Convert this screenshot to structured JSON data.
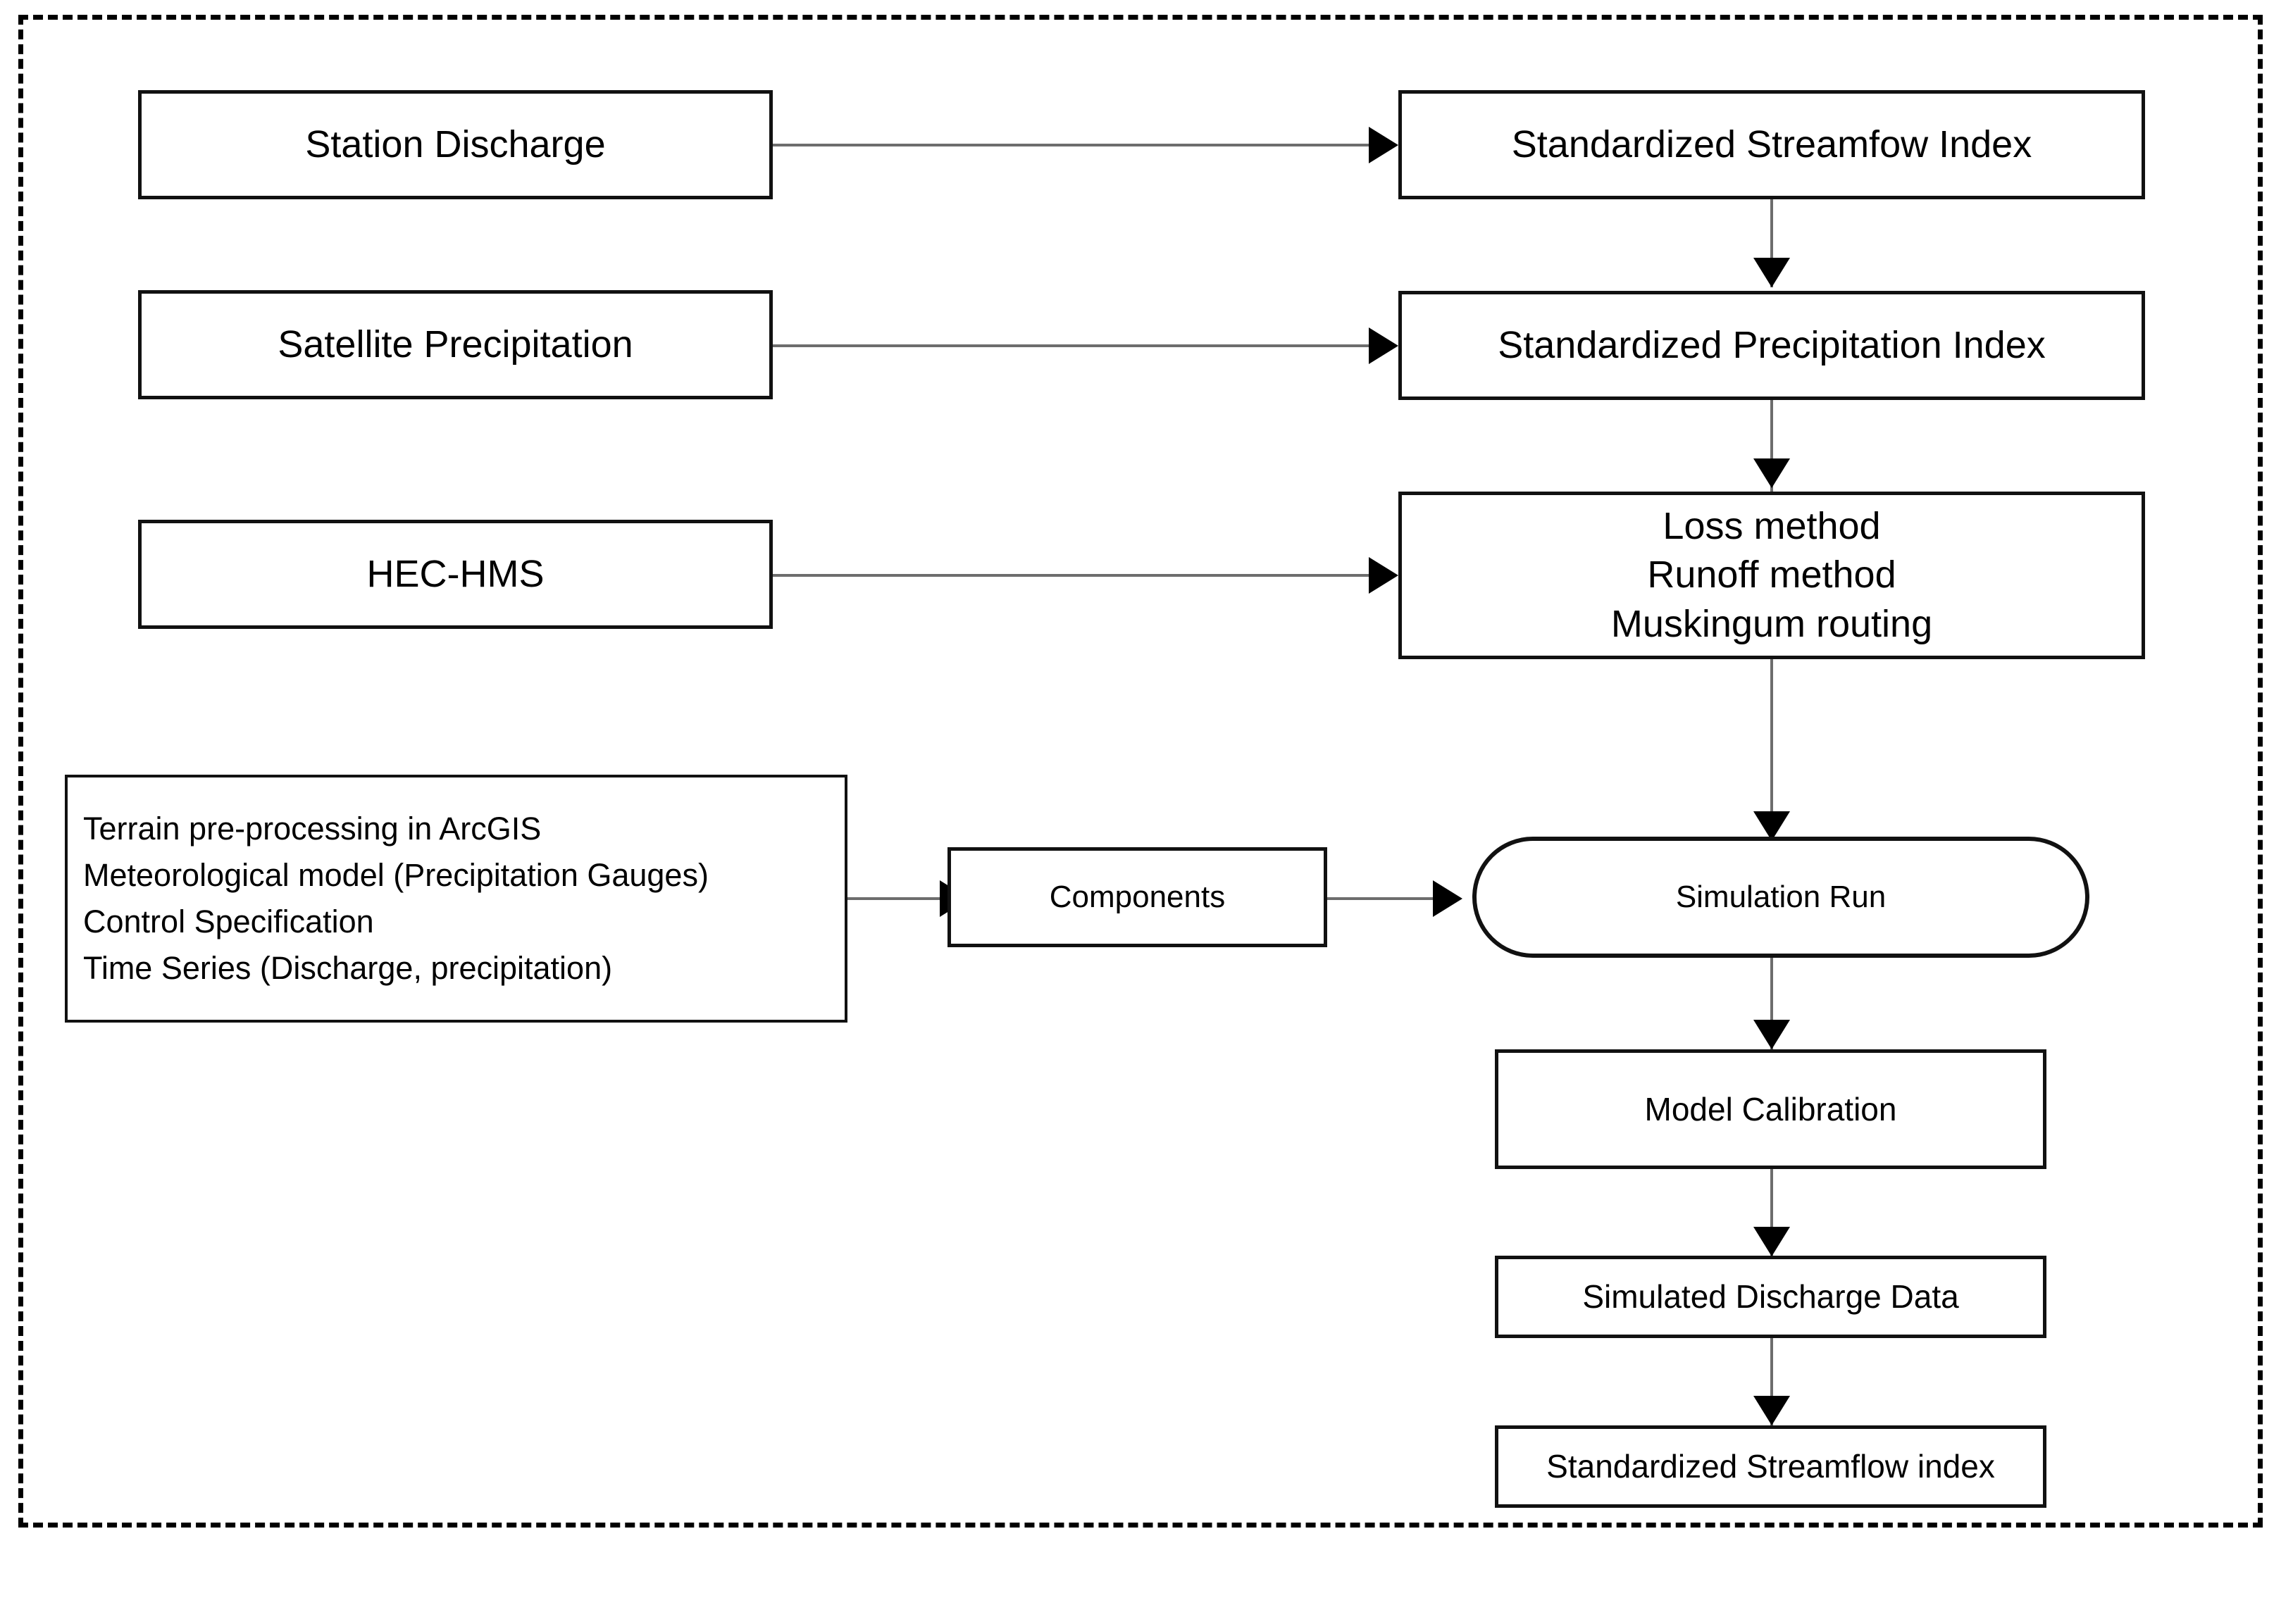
{
  "diagram": {
    "title": "HEC-HMS hydrological modelling and drought index workflow",
    "frame": {
      "style": "dashed",
      "color": "#000000"
    },
    "colors": {
      "node_border": "#111111",
      "connector": "#6d6d6d",
      "arrowhead": "#000000",
      "background": "#ffffff",
      "text": "#000000"
    },
    "nodes": [
      {
        "id": "station_discharge",
        "label": "Station Discharge",
        "shape": "rect"
      },
      {
        "id": "satellite_precipitation",
        "label": "Satellite Precipitation",
        "shape": "rect"
      },
      {
        "id": "hec_hms",
        "label": "HEC-HMS",
        "shape": "rect"
      },
      {
        "id": "ssi_top",
        "label": "Standardized Streamfow Index",
        "shape": "rect"
      },
      {
        "id": "spi",
        "label": "Standardized Precipitation Index",
        "shape": "rect"
      },
      {
        "id": "methods",
        "label": "Loss method\nRunoff method\nMuskingum routing",
        "shape": "rect"
      },
      {
        "id": "inputs_list",
        "label": "Terrain pre-processing in ArcGIS\nMeteorological model (Precipitation Gauges)\nControl Specification\nTime Series (Discharge, precipitation)",
        "shape": "rect"
      },
      {
        "id": "components",
        "label": "Components",
        "shape": "rect"
      },
      {
        "id": "simulation_run",
        "label": "Simulation Run",
        "shape": "stadium"
      },
      {
        "id": "model_calibration",
        "label": "Model Calibration",
        "shape": "rect"
      },
      {
        "id": "simulated_discharge",
        "label": "Simulated Discharge Data",
        "shape": "rect"
      },
      {
        "id": "ssi_bottom",
        "label": "Standardized Streamflow index",
        "shape": "rect"
      }
    ],
    "edges": [
      {
        "from": "station_discharge",
        "to": "ssi_top",
        "direction": "right"
      },
      {
        "from": "satellite_precipitation",
        "to": "spi",
        "direction": "right"
      },
      {
        "from": "hec_hms",
        "to": "methods",
        "direction": "right"
      },
      {
        "from": "ssi_top",
        "to": "spi",
        "direction": "down"
      },
      {
        "from": "spi",
        "to": "methods",
        "direction": "down"
      },
      {
        "from": "methods",
        "to": "simulation_run",
        "direction": "down"
      },
      {
        "from": "inputs_list",
        "to": "components",
        "direction": "right"
      },
      {
        "from": "components",
        "to": "simulation_run",
        "direction": "right"
      },
      {
        "from": "simulation_run",
        "to": "model_calibration",
        "direction": "down"
      },
      {
        "from": "model_calibration",
        "to": "simulated_discharge",
        "direction": "down"
      },
      {
        "from": "simulated_discharge",
        "to": "ssi_bottom",
        "direction": "down"
      }
    ]
  }
}
